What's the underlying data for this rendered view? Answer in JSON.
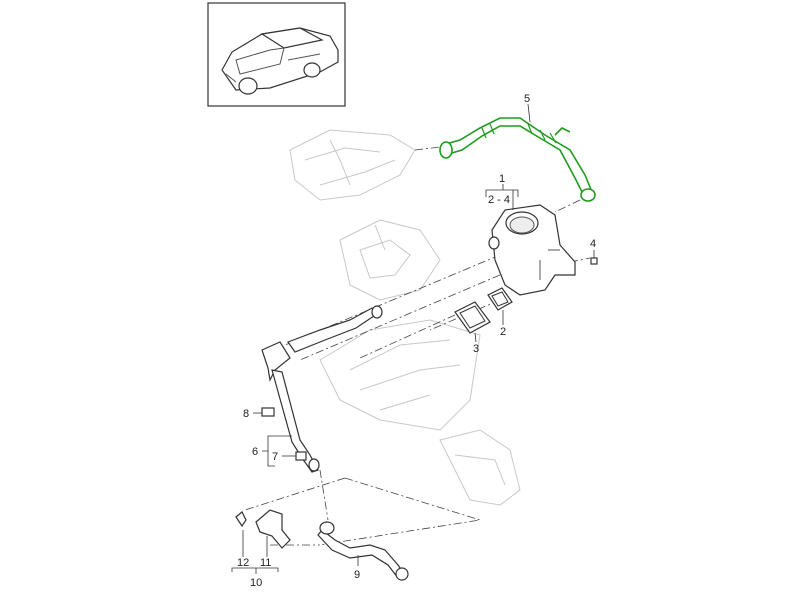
{
  "diagram": {
    "title_image": "vehicle-thumbnail",
    "highlight_color": "#1f9b1f",
    "labels": {
      "p1": "1",
      "p2_4": "2 - 4",
      "p2": "2",
      "p3": "3",
      "p4": "4",
      "p5": "5",
      "p6": "6",
      "p7": "7",
      "p8": "8",
      "p9": "9",
      "p10": "10",
      "p11": "11",
      "p12": "12"
    }
  }
}
